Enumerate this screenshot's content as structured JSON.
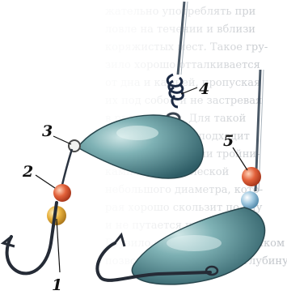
{
  "labels": {
    "bead_lower": "1",
    "bead_upper": "2",
    "ring": "3",
    "knot": "4",
    "bead_right": "5"
  },
  "background_text": [
    "жательно употреблять при",
    "ловле на течении и вблизи",
    "коряжистых мест. Такое гру-",
    "зило хорошо отталкивается",
    "от дна и камней, пропуская",
    "их под собой и не застревая",
    "в расщелинах. Для такой",
    "оснастки лучше подходит",
    "блесна с крупными тройни-",
    "ками и мягкой леской",
    "небольшого диаметра, кото-",
    "рая хорошо скользит по дну",
    "и не путается при забросе.",
    "Грузило с бусинами и колечком",
    "позволяет регулировать глубину"
  ],
  "colors": {
    "sinker_fill": "#5b8f96",
    "sinker_dark": "#2e5d66",
    "bead_orange": "#e2613a",
    "bead_yellow": "#e8b13c",
    "bead_blue": "#9fc8e0",
    "line": "#3a4a5a",
    "hook": "#2a2f38"
  }
}
